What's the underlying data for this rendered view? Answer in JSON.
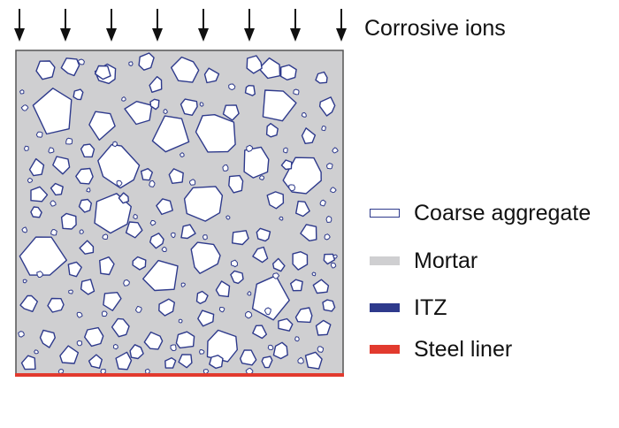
{
  "top_label": "Corrosive ions",
  "legend": [
    {
      "key": "coarse",
      "label": "Coarse aggregate"
    },
    {
      "key": "mortar",
      "label": "Mortar"
    },
    {
      "key": "itz",
      "label": "ITZ"
    },
    {
      "key": "steel",
      "label": "Steel liner"
    }
  ],
  "colors": {
    "mortar": "#cfcfd1",
    "aggregate_fill": "#ffffff",
    "itz": "#2e3a8c",
    "steel": "#e23a2e",
    "arrow": "#111111",
    "box_border": "#555555"
  },
  "icons": {
    "arrow": "down-arrow-icon"
  }
}
